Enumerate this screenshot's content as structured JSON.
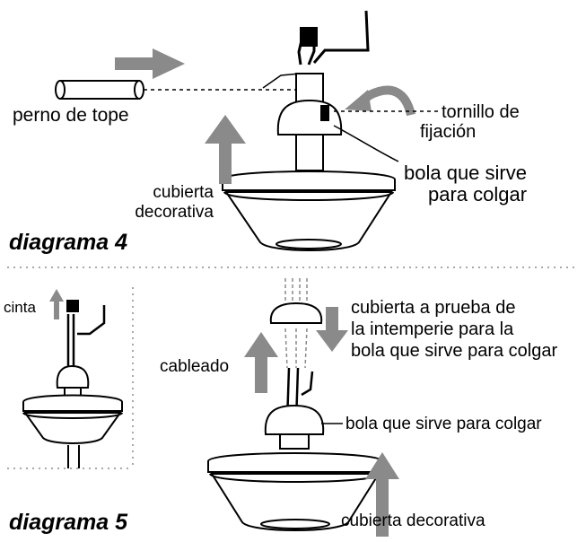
{
  "diagram4": {
    "title": "diagrama 4",
    "labels": {
      "stop_pin": "perno de tope",
      "set_screw_line1": "tornillo de",
      "set_screw_line2": "fijación",
      "hanger_ball_line1": "bola que sirve",
      "hanger_ball_line2": "para colgar",
      "canopy_line1": "cubierta",
      "canopy_line2": "decorativa"
    }
  },
  "diagram5": {
    "title": "diagrama 5",
    "labels": {
      "tape": "cinta",
      "cover_line1": "cubierta a prueba de",
      "cover_line2": "la intemperie para la",
      "cover_line3": "bola que sirve para colgar",
      "wiring": "cableado",
      "hanger_ball": "bola que sirve para colgar",
      "canopy": "cubierta decorativa"
    }
  },
  "colors": {
    "arrow": "#8a8a8a",
    "line": "#000000",
    "dots": "#a8a8a8",
    "background": "#ffffff"
  }
}
